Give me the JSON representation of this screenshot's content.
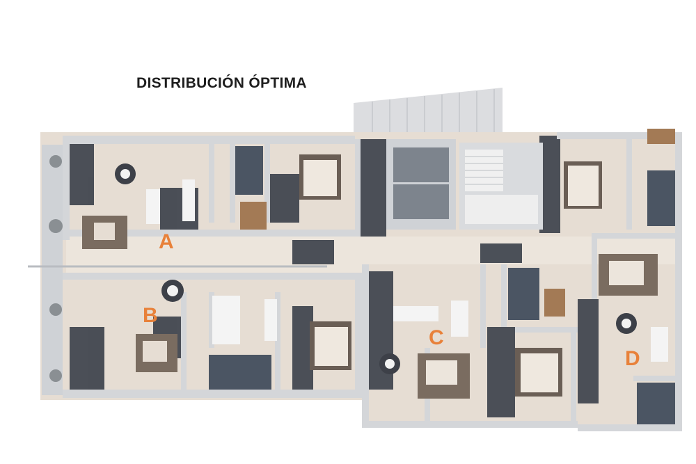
{
  "title": "DISTRIBUCIÓN ÓPTIMA",
  "units": [
    {
      "id": "A",
      "label": "A"
    },
    {
      "id": "B",
      "label": "B"
    },
    {
      "id": "C",
      "label": "C"
    },
    {
      "id": "D",
      "label": "D"
    }
  ],
  "colors": {
    "accent": "#e8813a",
    "floor": "#e6ddd3",
    "wall": "#d4d6d9",
    "shadow": "#3a3f49",
    "dark_room": "#4b5563",
    "carpet": "#7a6c60",
    "bed": "#efe8df",
    "glass": "#bcc1c7"
  }
}
